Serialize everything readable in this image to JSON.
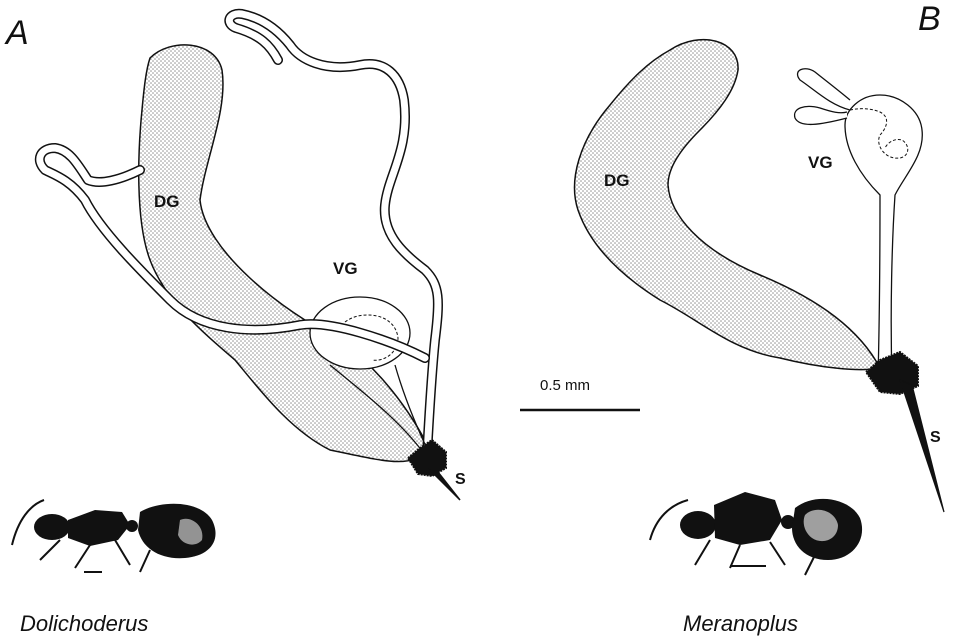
{
  "panels": [
    {
      "letter": "A",
      "genus": "Dolichoderus",
      "labels": {
        "dufour_gland": "DG",
        "venom_gland": "VG",
        "sting": "S"
      }
    },
    {
      "letter": "B",
      "genus": "Meranoplus",
      "labels": {
        "dufour_gland": "DG",
        "venom_gland": "VG",
        "sting": "S"
      }
    }
  ],
  "scale_bar": {
    "label": "0.5 mm"
  },
  "colors": {
    "ink": "#111111",
    "stipple": "#8a8a8a",
    "paper": "#ffffff"
  }
}
